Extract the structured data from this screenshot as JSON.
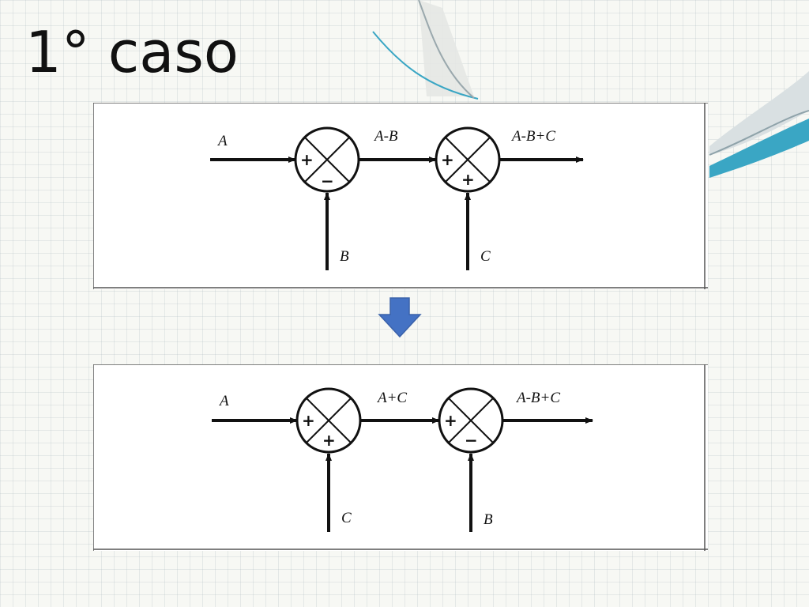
{
  "slide": {
    "title": "1° caso"
  },
  "diagram_top": {
    "input_label": "A",
    "mid_label": "A-B",
    "output_label": "A-B+C",
    "bottom_input_1": "B",
    "bottom_input_2": "C",
    "junction_1_signs": {
      "left": "+",
      "bottom": "−"
    },
    "junction_2_signs": {
      "left": "+",
      "bottom": "+"
    }
  },
  "diagram_bottom": {
    "input_label": "A",
    "mid_label": "A+C",
    "output_label": "A-B+C",
    "bottom_input_1": "C",
    "bottom_input_2": "B",
    "junction_1_signs": {
      "left": "+",
      "bottom": "+"
    },
    "junction_2_signs": {
      "left": "+",
      "bottom": "−"
    }
  },
  "colors": {
    "arrow_fill": "#4472c4",
    "swoosh": "#3aa6c4"
  }
}
